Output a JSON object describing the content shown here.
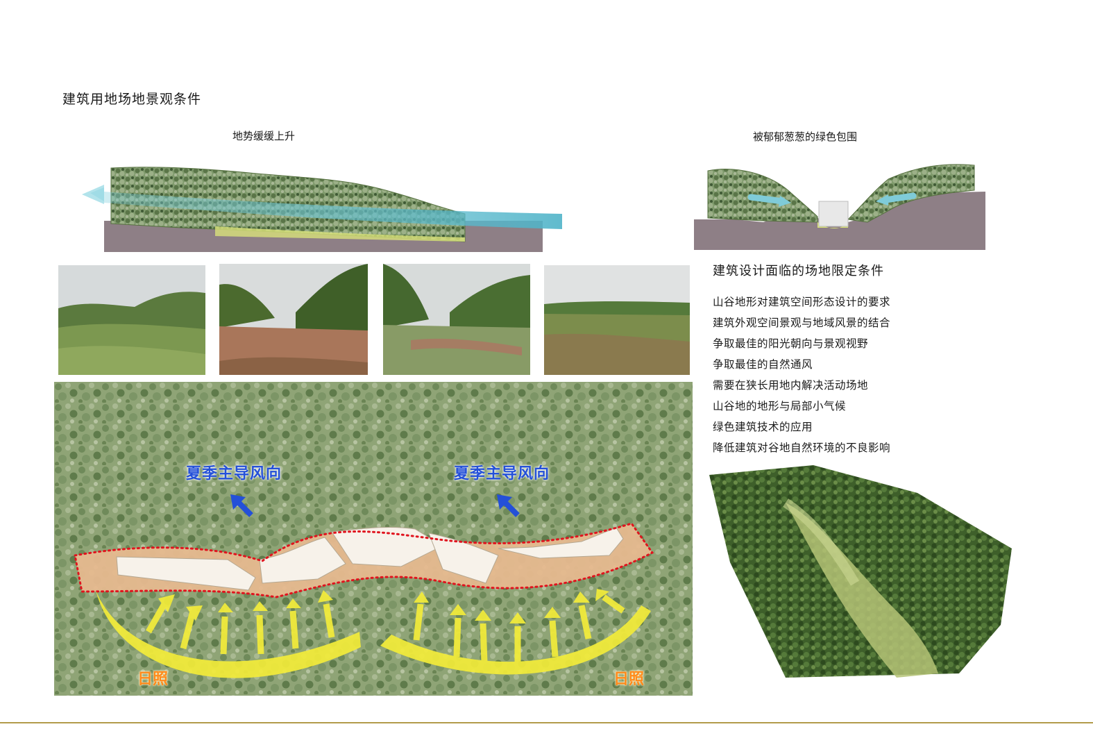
{
  "page_title": "建筑用地场地景观条件",
  "section_left_caption": "地势缓缓上升",
  "section_right_caption": "被郁郁葱葱的绿色包围",
  "constraints": {
    "title": "建筑设计面临的场地限定条件",
    "items": [
      "山谷地形对建筑空间形态设计的要求",
      "建筑外观空间景观与地域风景的结合",
      "争取最佳的阳光朝向与景观视野",
      "争取最佳的自然通风",
      "需要在狭长用地内解决活动场地",
      "山谷地的地形与局部小气候",
      "绿色建筑技术的应用",
      "降低建筑对谷地自然环境的不良影响"
    ]
  },
  "site_plan": {
    "wind_label_1": "夏季主导风向",
    "wind_label_2": "夏季主导风向",
    "sun_label_1": "日照",
    "sun_label_2": "日照"
  },
  "colors": {
    "wind_text": "#2450d8",
    "sun_text": "#ff8a1a",
    "sun_arc": "#f3ec3a",
    "boundary": "#e0141e",
    "ground": "#8e7f86",
    "forest": "#6f8a5a",
    "footer_rule": "#b29b4a"
  },
  "icons": [
    "wind-arrow-icon",
    "sun-arrow-icon"
  ]
}
